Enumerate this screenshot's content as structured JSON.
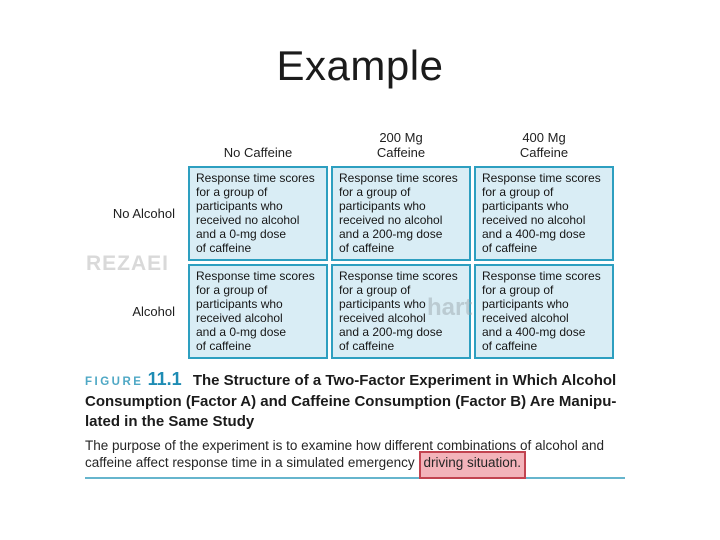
{
  "slide": {
    "title": "Example"
  },
  "figure": {
    "columns": [
      "No Caffeine",
      "200 Mg\nCaffeine",
      "400 Mg\nCaffeine"
    ],
    "rows": [
      "No Alcohol",
      "Alcohol"
    ],
    "cells": [
      [
        "Response time scores\nfor a group of\nparticipants who\nreceived no alcohol\nand a 0-mg dose\nof caffeine",
        "Response time scores\nfor a group of\nparticipants who\nreceived no alcohol\nand a 200-mg dose\nof caffeine",
        "Response time scores\nfor a group of\nparticipants who\nreceived no alcohol\nand a 400-mg dose\nof caffeine"
      ],
      [
        "Response time scores\nfor a group of\nparticipants who\nreceived alcohol\nand a 0-mg dose\nof caffeine",
        "Response time scores\nfor a group of\nparticipants who\nreceived alcohol\nand a 200-mg dose\nof caffeine",
        "Response time scores\nfor a group of\nparticipants who\nreceived alcohol\nand a 400-mg dose\nof caffeine"
      ]
    ],
    "caption": {
      "label": "FIGURE",
      "number": "11.1",
      "lines": [
        "The Structure of a Two-Factor Experiment in Which Alcohol",
        "Consumption (Factor A) and Caffeine Consumption (Factor B) Are Manipu-",
        "lated in the Same Study"
      ]
    },
    "body": {
      "line1": "The purpose of the experiment is to examine how different combinations of alcohol and",
      "line2_pre": "caffeine affect response time in a simulated emergency ",
      "highlight": "driving situation."
    },
    "watermarks": {
      "left": "REZAEI",
      "cell": "hart"
    },
    "colors": {
      "cell_background": "#d9edf5",
      "cell_border": "#2d9fc0",
      "figure_label": "#4fa8c5",
      "figure_number": "#1e8cb4",
      "highlight_fill": "#f3b3ba",
      "highlight_border": "#c24350",
      "rule": "#66b5cd",
      "watermark": "#d9d9d9"
    }
  }
}
